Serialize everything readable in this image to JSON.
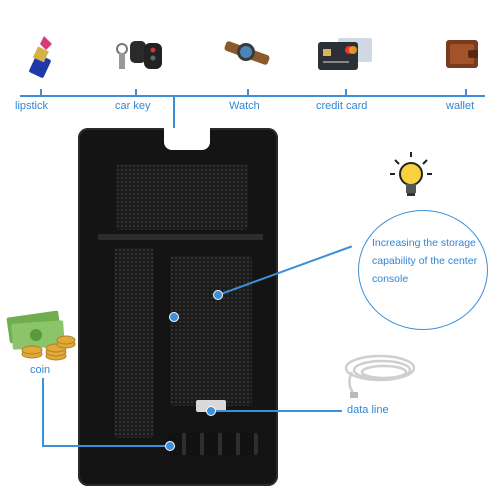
{
  "top_items": [
    {
      "label": "lipstick",
      "icon": "lipstick-icon"
    },
    {
      "label": "car key",
      "icon": "car-key-icon"
    },
    {
      "label": "Watch",
      "icon": "watch-icon"
    },
    {
      "label": "credit card",
      "icon": "credit-card-icon"
    },
    {
      "label": "wallet",
      "icon": "wallet-icon"
    }
  ],
  "callout": {
    "text": "Increasing the storage capability of the center console"
  },
  "side_items": {
    "coin": "coin",
    "data_line": "data line"
  },
  "colors": {
    "accent": "#3d8fd9",
    "label": "#2f87d6",
    "tray": "#111111"
  }
}
